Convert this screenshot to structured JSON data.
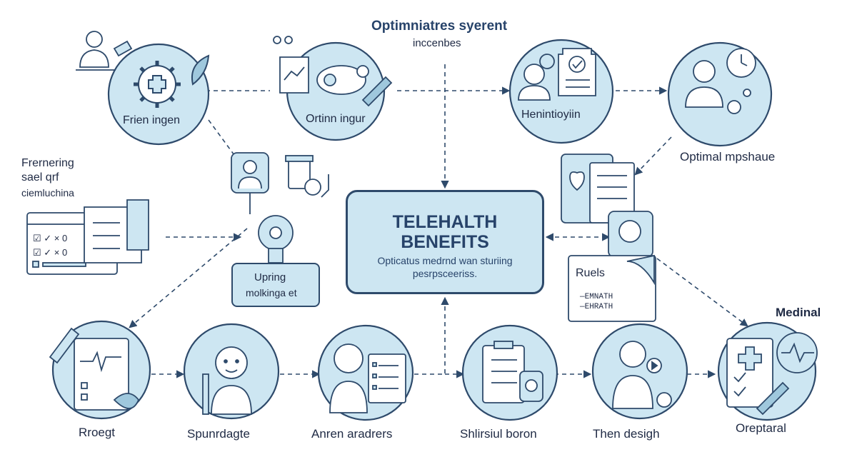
{
  "colors": {
    "ink": "#2e4a6b",
    "fill": "#cde6f2",
    "text": "#1f2a44"
  },
  "header": {
    "line1": "Optimniatres syerent",
    "line2": "inccenbes"
  },
  "hub": {
    "title_line1": "TELEHALTH",
    "title_line2": "BENEFITS",
    "subtitle_line1": "Opticatus medrnd wan sturiing",
    "subtitle_line2": "pesrpsceeriss."
  },
  "top_nodes": [
    {
      "label": "Frien ingen",
      "icon": "gear-medical-icon"
    },
    {
      "label": "Ortinn ingur",
      "icon": "devices-icon"
    },
    {
      "label": "Henintioyiin",
      "icon": "patient-jar-icon"
    },
    {
      "label": "Optimal mpshaue",
      "icon": "doctor-clock-icon"
    }
  ],
  "left_panel": {
    "line1": "Frernering",
    "line2": "sael qrf",
    "line3": "ciemluchina",
    "rows": [
      "☑ ✓ × 0",
      "☑ ✓ × 0"
    ]
  },
  "upring": {
    "line1": "Upring",
    "line2": "molkinga et"
  },
  "right_card": {
    "label": "Ruels",
    "formula_line1": "—EMNATH",
    "formula_line2": "—EHRATH"
  },
  "side_label": {
    "text": "Medinal"
  },
  "bottom_nodes": [
    {
      "label": "Rroegt",
      "icon": "clipboard-chart-icon"
    },
    {
      "label": "Spunrdagte",
      "icon": "person-icon"
    },
    {
      "label": "Anren aradrers",
      "icon": "person-checklist-icon"
    },
    {
      "label": "Shlirsiul boron",
      "icon": "clipboard-scanner-icon"
    },
    {
      "label": "Then desigh",
      "icon": "doctor-tools-icon"
    },
    {
      "label": "Oreptaral",
      "icon": "medical-report-icon"
    }
  ]
}
